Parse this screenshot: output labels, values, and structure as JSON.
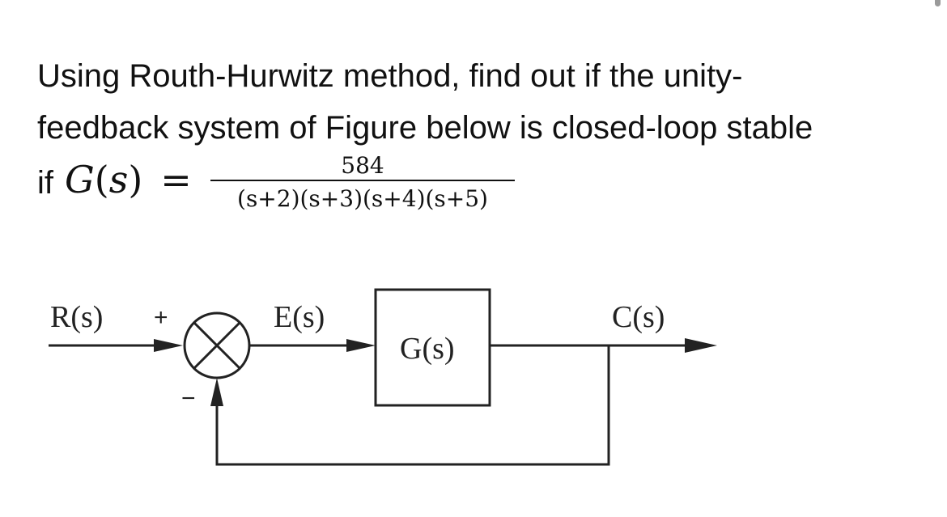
{
  "question": {
    "line1": "Using Routh-Hurwitz method, find out if the unity-",
    "line2": "feedback system of Figure below is closed-loop stable",
    "if_word": "if"
  },
  "formula": {
    "lhs_func": "G",
    "lhs_open": "(",
    "lhs_var": "s",
    "lhs_close": ")",
    "equals": "=",
    "numerator": "584",
    "denominator": "(s+2)(s+3)(s+4)(s+5)"
  },
  "diagram": {
    "input_label": "R(s)",
    "plus_sign": "+",
    "minus_sign": "−",
    "error_label": "E(s)",
    "block_label": "G(s)",
    "output_label": "C(s)",
    "line_color": "#222222"
  }
}
